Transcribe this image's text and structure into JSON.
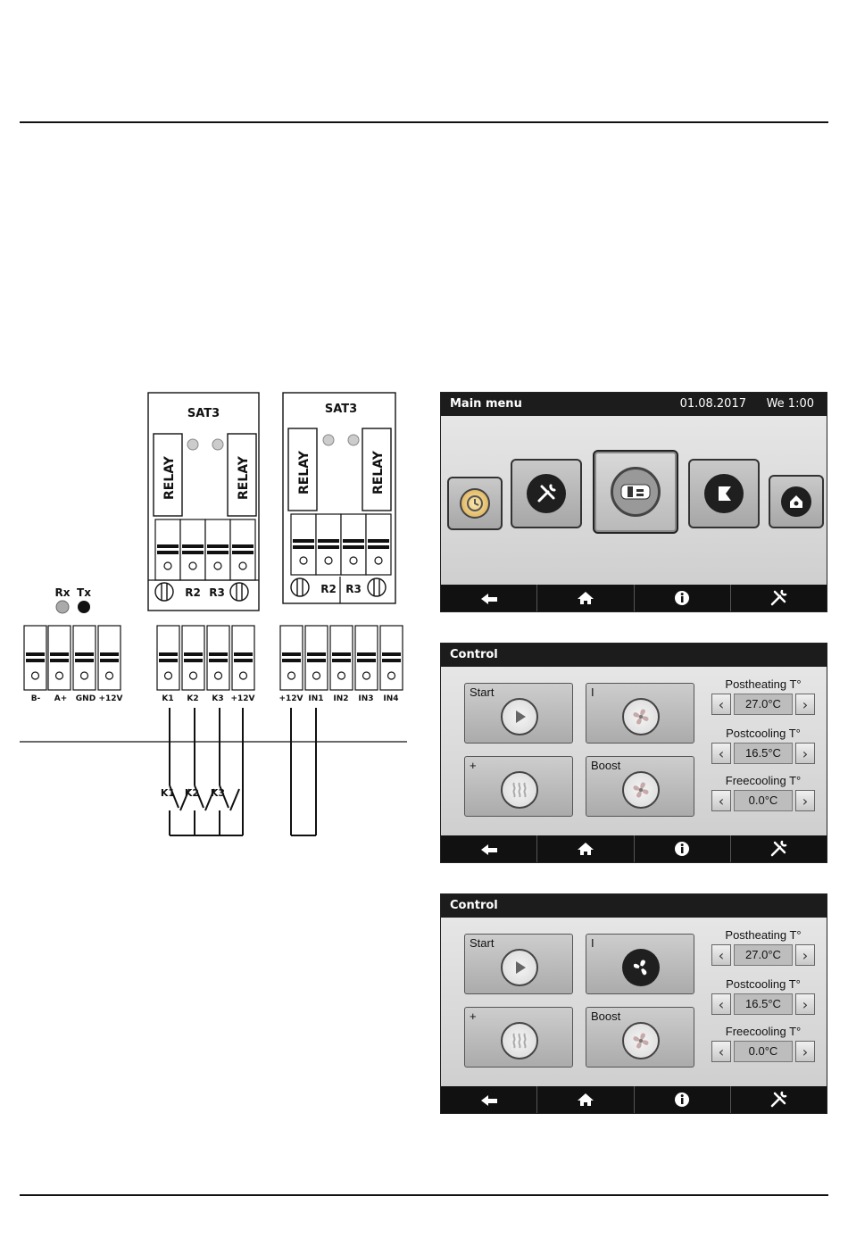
{
  "diagram": {
    "module_label": "SAT3",
    "relay_label": "RELAY",
    "r2": "R2",
    "r3": "R3",
    "rx": "Rx",
    "tx": "Tx",
    "terminals_bus": [
      "B-",
      "A+",
      "GND",
      "+12V"
    ],
    "terminals_relay": [
      "K1",
      "K2",
      "K3",
      "+12V"
    ],
    "terminals_input": [
      "+12V",
      "IN1",
      "IN2",
      "IN3",
      "IN4"
    ],
    "switches": [
      "K1",
      "K2",
      "K3"
    ]
  },
  "main_menu": {
    "title": "Main menu",
    "date": "01.08.2017",
    "time": "We 1:00",
    "icons": [
      "clock-icon",
      "tools-icon",
      "unit-icon",
      "flag-icon",
      "house-icon"
    ]
  },
  "control1": {
    "title": "Control",
    "buttons": [
      "Start",
      "I",
      "+",
      "Boost"
    ],
    "settings": [
      {
        "label": "Postheating T°",
        "value": "27.0°C"
      },
      {
        "label": "Postcooling T°",
        "value": "16.5°C"
      },
      {
        "label": "Freecooling T°",
        "value": "0.0°C"
      }
    ]
  },
  "control2": {
    "title": "Control",
    "buttons": [
      "Start",
      "I",
      "+",
      "Boost"
    ],
    "settings": [
      {
        "label": "Postheating T°",
        "value": "27.0°C"
      },
      {
        "label": "Postcooling T°",
        "value": "16.5°C"
      },
      {
        "label": "Freecooling T°",
        "value": "0.0°C"
      }
    ]
  },
  "navbar": [
    "back-arrow-icon",
    "home-icon",
    "info-icon",
    "settings-icon"
  ],
  "colors": {
    "titlebar": "#1c1c1c",
    "screen_bg": "#d6d6d6"
  }
}
